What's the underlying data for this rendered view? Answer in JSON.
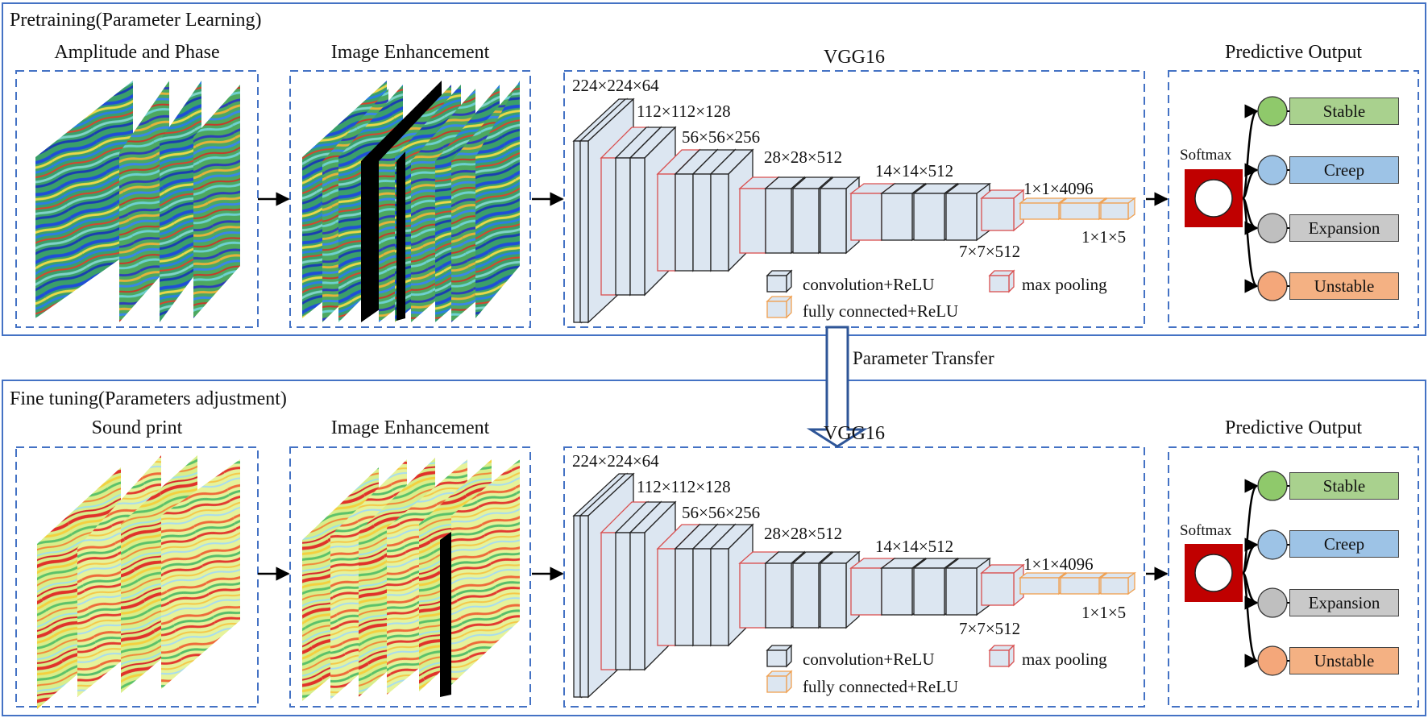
{
  "colors": {
    "frame": "#4472C4",
    "conv_face": "#DCE6F1",
    "pool_edge": "#D94F4F",
    "fc_edge": "#F0A050",
    "softmax": "#C00000",
    "stable": "#A9D18E",
    "creep": "#9DC3E6",
    "expansion": "#C9C9C9",
    "unstable": "#F4B183",
    "stable_node": "#8FC96B",
    "creep_node": "#9DC3E6",
    "expansion_node": "#BFBFBF",
    "unstable_node": "#F4A77A"
  },
  "top": {
    "panel_label": "Pretraining(Parameter Learning)",
    "input_title": "Amplitude and Phase",
    "enhance_title": "Image Enhancement",
    "vgg_title": "VGG16",
    "output_title": "Predictive Output"
  },
  "bottom": {
    "panel_label": "Fine tuning(Parameters adjustment)",
    "input_title": "Sound print",
    "enhance_title": "Image Enhancement",
    "vgg_title": "VGG16",
    "output_title": "Predictive Output"
  },
  "transfer_label": "Parameter Transfer",
  "dims": {
    "d1": "224×224×64",
    "d2": "112×112×128",
    "d3": "56×56×256",
    "d4": "28×28×512",
    "d5": "14×14×512",
    "d6": "1×1×4096",
    "d7": "7×7×512",
    "d8": "1×1×5"
  },
  "legend": {
    "conv": "convolution+ReLU",
    "pool": "max pooling",
    "fc": "fully connected+ReLU"
  },
  "softmax_label": "Softmax",
  "classes": [
    "Stable",
    "Creep",
    "Expansion",
    "Unstable"
  ]
}
